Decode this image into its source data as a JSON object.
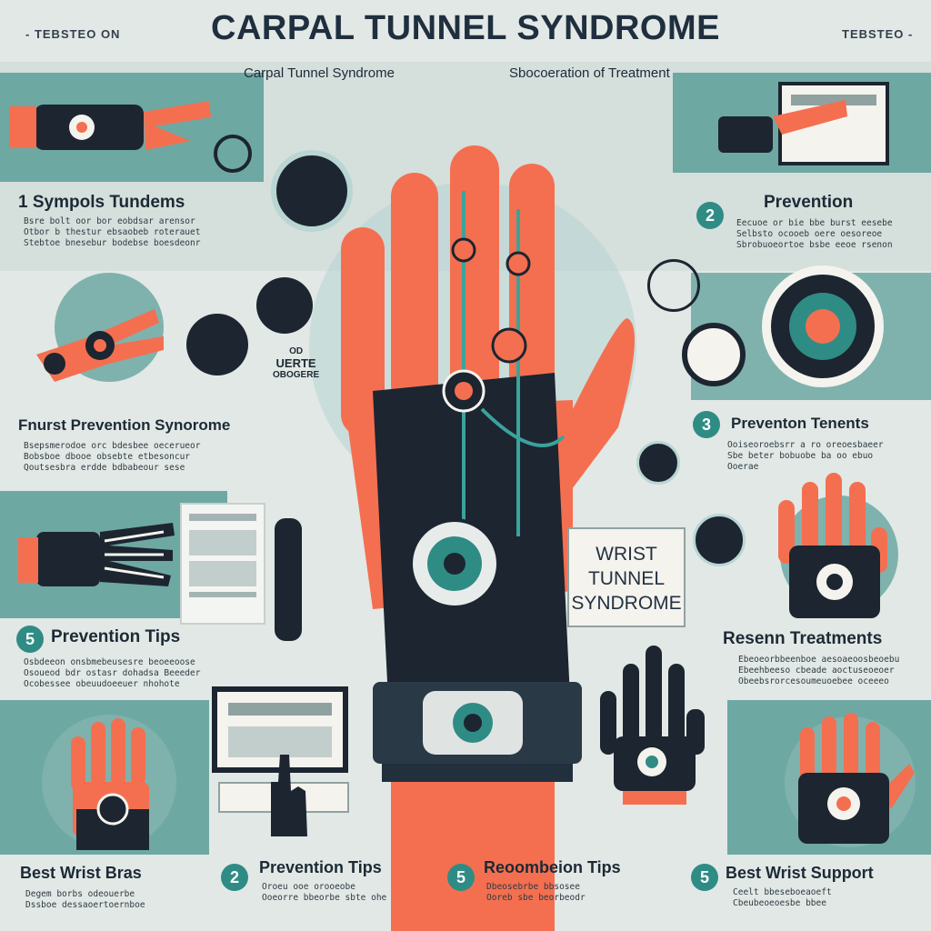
{
  "header": {
    "title": "CARPAL TUNNEL SYNDROME",
    "left_note": "- TEBSTEO ON",
    "right_note": "TEBSTEO -"
  },
  "top_sections": {
    "left_title": "Carpal Tunnel Syndrome",
    "right_title": "Sbocoeration of Treatment"
  },
  "left_column": [
    {
      "heading": "1 Sympols Tundems",
      "lines": [
        "Bsre bolt oor bor eobdsar arensor",
        "Otbor b thestur ebsaobeb roterauet",
        "Stebtoe bnesebur bodebse boesdeonr"
      ]
    },
    {
      "heading": "Fnurst Prevention Synorome",
      "lines": [
        "Bsepsmerodoe orc bdesbee oecerueor",
        "Bobsboe dbooe obsebte etbesoncur",
        "Qoutsesbra erdde bdbabeour sese"
      ]
    },
    {
      "number": "5",
      "heading": "Prevention Tips",
      "lines": [
        "Osbdeeon onsbmebeusesre beoeeoose",
        "Osoueod bdr ostasr dohadsa Beeeder",
        "Ocobessee obeuudoeeuer nhohote"
      ]
    }
  ],
  "right_column": [
    {
      "number": "2",
      "heading": "Prevention",
      "lines": [
        "Eecuoe or bie bbe burst eesebe",
        "Selbsto ocooeb oere oesoreoe",
        "Sbrobuoeortoe bsbe eeoe rsenon"
      ]
    },
    {
      "number": "3",
      "heading": "Preventon Tenents",
      "lines": [
        "Ooiseoroebsrr a ro oreoesbaeer",
        "Sbe beter bobuobe ba oo ebuo",
        "Ooerae"
      ]
    },
    {
      "heading": "Resenn Treatments",
      "lines": [
        "Ebeoeorbbeenboe aesoaeoosbeoebu",
        "Ebeehbeeso cbeade aoctuseoeoer",
        "Obeebsrorcesoumeuoebee oceeeo"
      ]
    }
  ],
  "center_label": {
    "line1": "WRIST",
    "line2": "TUNNEL",
    "line3": "SYNDROME"
  },
  "mid_left_badge": {
    "line1": "OD",
    "line2": "UERTE",
    "line3": "OBOGERE"
  },
  "bottom_row": [
    {
      "heading": "Best Wrist Bras",
      "lines": [
        "Degem borbs odeouerbe",
        "Dssboe dessaoertoernboe"
      ]
    },
    {
      "number": "2",
      "heading": "Prevention Tips",
      "lines": [
        "Oroeu ooe orooeobe",
        "Ooeorre bbeorbe sbte ohe"
      ]
    },
    {
      "number": "5",
      "heading": "Reoombeion Tips",
      "lines": [
        "Dbeosebrbe bbsosee",
        "Ooreb sbe beorbeodr"
      ]
    },
    {
      "number": "5",
      "heading": "Best Wrist Support",
      "lines": [
        "Ceelt bbeseboeaoeft",
        "Cbeubeoeoesbe bbee"
      ]
    }
  ],
  "colors": {
    "accent_teal": "#2f8c85",
    "hand_orange": "#f46f50",
    "brace_black": "#1c2530",
    "paper": "#e2e8e5"
  }
}
